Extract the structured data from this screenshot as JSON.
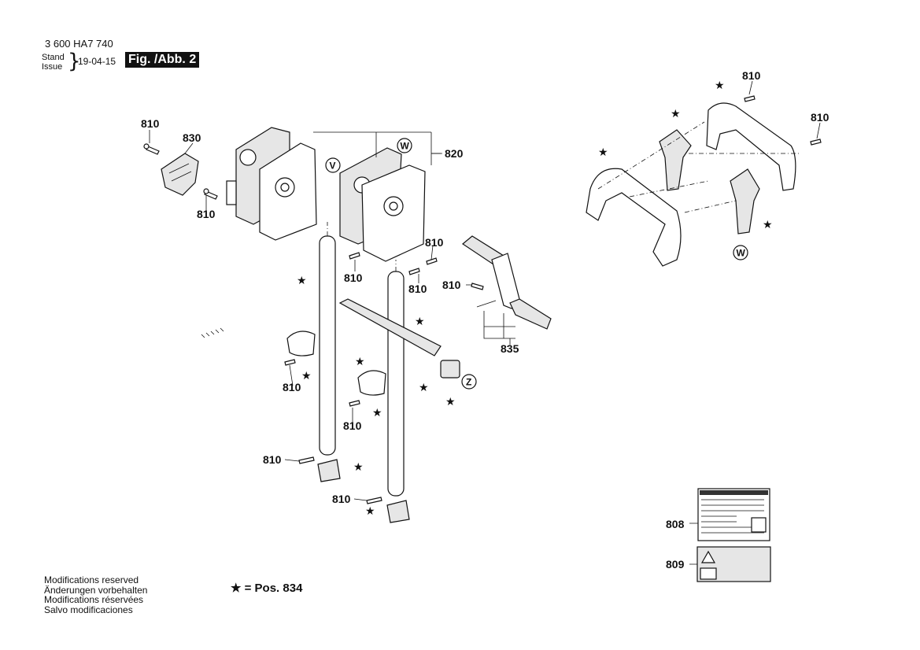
{
  "header": {
    "doc_number": "3 600 HA7 740",
    "stand_label": "Stand",
    "issue_label": "Issue",
    "date": "19-04-15",
    "figure_label": "Fig. /Abb. 2"
  },
  "callouts": {
    "p810": "810",
    "p830": "830",
    "p820": "820",
    "p835": "835",
    "p808": "808",
    "p809": "809",
    "star": "★",
    "circle_v": "V",
    "circle_w": "W",
    "circle_z": "Z"
  },
  "footer": {
    "notes": [
      "Modifications reserved",
      "Änderungen vorbehalten",
      "Modifications réservées",
      "Salvo modificaciones"
    ],
    "legend": "★ = Pos. 834"
  }
}
